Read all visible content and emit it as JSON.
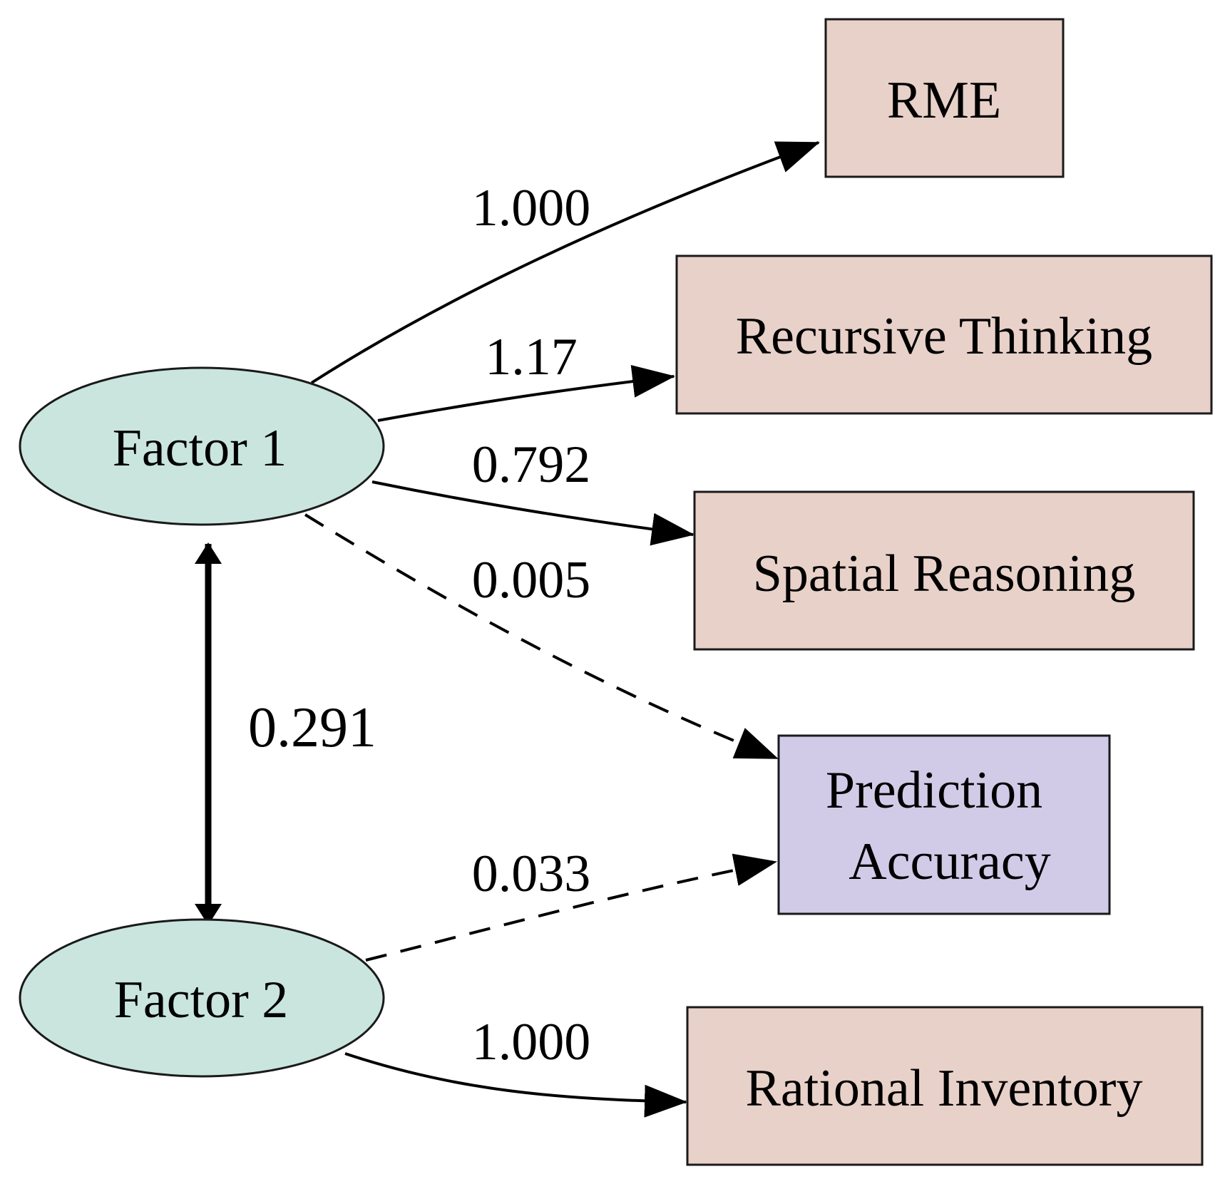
{
  "diagram": {
    "nodes": {
      "factor1": {
        "label": "Factor 1",
        "kind": "latent"
      },
      "factor2": {
        "label": "Factor 2",
        "kind": "latent"
      },
      "rme": {
        "label": "RME",
        "kind": "indicator"
      },
      "recursive": {
        "label": "Recursive Thinking",
        "kind": "indicator"
      },
      "spatial": {
        "label": "Spatial Reasoning",
        "kind": "indicator"
      },
      "prediction": {
        "label_line1": "Prediction",
        "label_line2": "Accuracy",
        "kind": "outcome"
      },
      "rational": {
        "label": "Rational Inventory",
        "kind": "indicator"
      }
    },
    "edges": {
      "f1_rme": {
        "from": "Factor 1",
        "to": "RME",
        "label": "1.000",
        "style": "solid"
      },
      "f1_recursive": {
        "from": "Factor 1",
        "to": "Recursive Thinking",
        "label": "1.17",
        "style": "solid"
      },
      "f1_spatial": {
        "from": "Factor 1",
        "to": "Spatial Reasoning",
        "label": "0.792",
        "style": "solid"
      },
      "f1_prediction": {
        "from": "Factor 1",
        "to": "Prediction Accuracy",
        "label": "0.005",
        "style": "dashed"
      },
      "f2_prediction": {
        "from": "Factor 2",
        "to": "Prediction Accuracy",
        "label": "0.033",
        "style": "dashed"
      },
      "f2_rational": {
        "from": "Factor 2",
        "to": "Rational Inventory",
        "label": "1.000",
        "style": "solid"
      },
      "f1_f2_covariance": {
        "from": "Factor 1",
        "to": "Factor 2",
        "label": "0.291",
        "style": "bold-double-headed"
      }
    },
    "colors": {
      "latent_fill": "#c9e5de",
      "indicator_fill": "#e8d1c9",
      "outcome_fill": "#d1cbe8",
      "stroke": "#1a1a1a"
    }
  }
}
